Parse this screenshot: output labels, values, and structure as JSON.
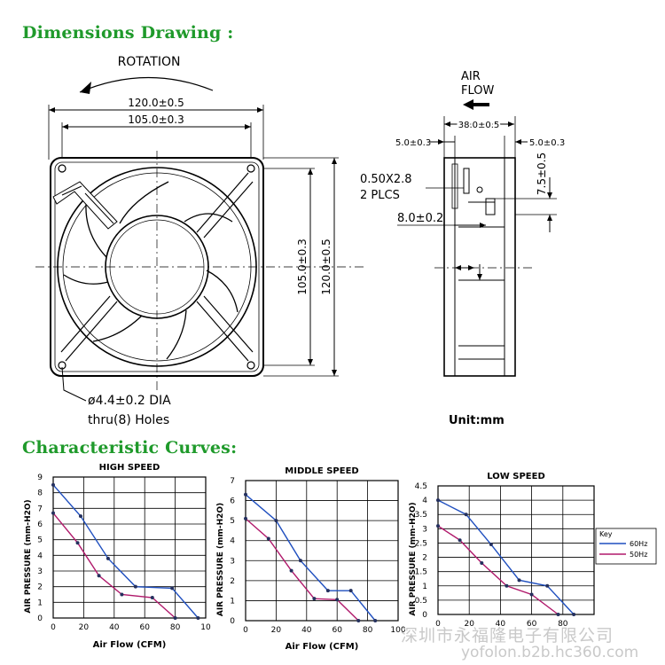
{
  "headings": {
    "dimensions": "Dimensions Drawing :",
    "curves": "Characteristic Curves:"
  },
  "drawing": {
    "rotation": "ROTATION",
    "dim_120_h": "120.0±0.5",
    "dim_105_h": "105.0±0.3",
    "dim_105_v": "105.0±0.3",
    "dim_120_v": "120.0±0.5",
    "hole_line1": "ø4.4±0.2 DIA",
    "hole_line2": "thru(8) Holes",
    "air": "AIR",
    "flow": "FLOW",
    "dim_38": "38.0±0.5",
    "dim_5_left": "5.0±0.3",
    "dim_5_right": "5.0±0.3",
    "dim_75": "7.5±0.5",
    "terminal_1": "0.50X2.8",
    "terminal_2": "2  PLCS",
    "dim_8": "8.0±0.2",
    "unit": "Unit:mm"
  },
  "watermark": {
    "cn": "深圳市永福隆电子有限公司",
    "url": "yofolon.b2b.hc360.com"
  },
  "colors": {
    "heading": "#1f9a2b",
    "series_60hz": "#1f4fbf",
    "series_50hz": "#b0196b"
  },
  "chart_data": [
    {
      "type": "line",
      "title": "HIGH SPEED",
      "xlabel": "Air Flow (CFM)",
      "ylabel": "AIR PRESSURE (mm-H2O)",
      "xlim": [
        0,
        100
      ],
      "ylim": [
        0,
        9
      ],
      "xticks": [
        0,
        20,
        40,
        60,
        80,
        100
      ],
      "xtick_labels": [
        "0",
        "20",
        "40",
        "60",
        "80",
        "10"
      ],
      "yticks": [
        0,
        1,
        2,
        3,
        4,
        5,
        6,
        7,
        8,
        9
      ],
      "ytick_labels": [
        "0",
        "1",
        "2",
        "3",
        "4",
        "5",
        "6",
        "7",
        "8",
        "9"
      ],
      "grid": true,
      "series": [
        {
          "key": "60hz",
          "x": [
            0,
            18,
            36,
            54,
            78,
            95
          ],
          "y": [
            8.5,
            6.5,
            3.8,
            2.0,
            1.9,
            0.0
          ]
        },
        {
          "key": "50hz",
          "x": [
            0,
            16,
            30,
            45,
            65,
            80
          ],
          "y": [
            6.7,
            4.8,
            2.7,
            1.5,
            1.3,
            0.0
          ]
        }
      ]
    },
    {
      "type": "line",
      "title": "MIDDLE SPEED",
      "xlabel": "Air Flow (CFM)",
      "ylabel": "AIR PRESSURE (mm-H2O)",
      "xlim": [
        0,
        100
      ],
      "ylim": [
        0,
        7
      ],
      "xticks": [
        0,
        20,
        40,
        60,
        80,
        100
      ],
      "xtick_labels": [
        "0",
        "20",
        "40",
        "60",
        "80",
        "100"
      ],
      "yticks": [
        0,
        1,
        2,
        3,
        4,
        5,
        6,
        7
      ],
      "ytick_labels": [
        "0",
        "1",
        "2",
        "3",
        "4",
        "5",
        "6",
        "7"
      ],
      "grid": true,
      "series": [
        {
          "key": "60hz",
          "x": [
            0,
            20,
            36,
            54,
            69,
            85
          ],
          "y": [
            6.3,
            5.0,
            3.0,
            1.5,
            1.5,
            0.0
          ]
        },
        {
          "key": "50hz",
          "x": [
            0,
            15,
            30,
            45,
            60,
            74
          ],
          "y": [
            5.1,
            4.1,
            2.5,
            1.1,
            1.05,
            0.0
          ]
        }
      ]
    },
    {
      "type": "line",
      "title": "LOW SPEED",
      "xlabel": "",
      "ylabel": "AIR PRESSURE (mm-H2O)",
      "xlim": [
        0,
        100
      ],
      "ylim": [
        0,
        4.5
      ],
      "xticks": [
        0,
        20,
        40,
        60,
        80
      ],
      "xtick_labels": [
        "0",
        "20",
        "40",
        "60",
        "80"
      ],
      "yticks": [
        0,
        0.5,
        1,
        1.5,
        2,
        2.5,
        3,
        3.5,
        4,
        4.5
      ],
      "ytick_labels": [
        "0",
        "0.5",
        "1",
        "1.5",
        "2",
        "2.5",
        "3",
        "3.5",
        "4",
        "4.5"
      ],
      "grid": true,
      "legend": {
        "title": "Key",
        "placement": "right",
        "items": [
          {
            "key": "60hz",
            "label": "60Hz"
          },
          {
            "key": "50hz",
            "label": "50Hz"
          }
        ]
      },
      "series": [
        {
          "key": "60hz",
          "x": [
            0,
            18,
            34,
            52,
            70,
            87
          ],
          "y": [
            4.0,
            3.5,
            2.45,
            1.2,
            1.0,
            0.0
          ]
        },
        {
          "key": "50hz",
          "x": [
            0,
            14,
            28,
            44,
            60,
            77
          ],
          "y": [
            3.1,
            2.6,
            1.8,
            1.0,
            0.7,
            0.0
          ]
        }
      ]
    }
  ]
}
